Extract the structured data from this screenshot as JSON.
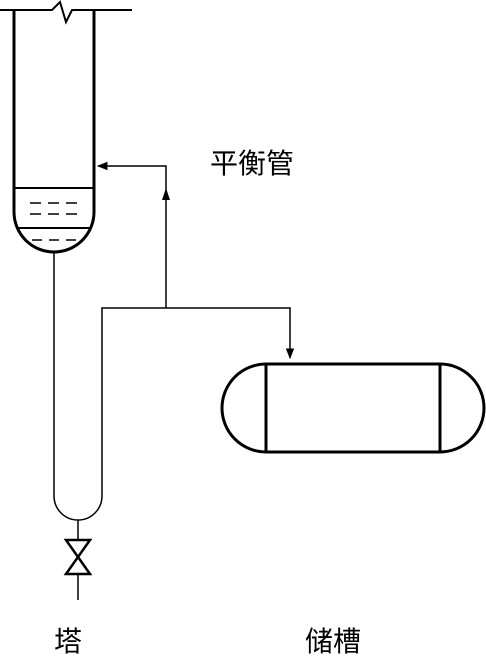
{
  "labels": {
    "balance_pipe": "平衡管",
    "tower": "塔",
    "storage_tank": "储槽"
  },
  "colors": {
    "line": "#000000",
    "background": "#ffffff"
  }
}
